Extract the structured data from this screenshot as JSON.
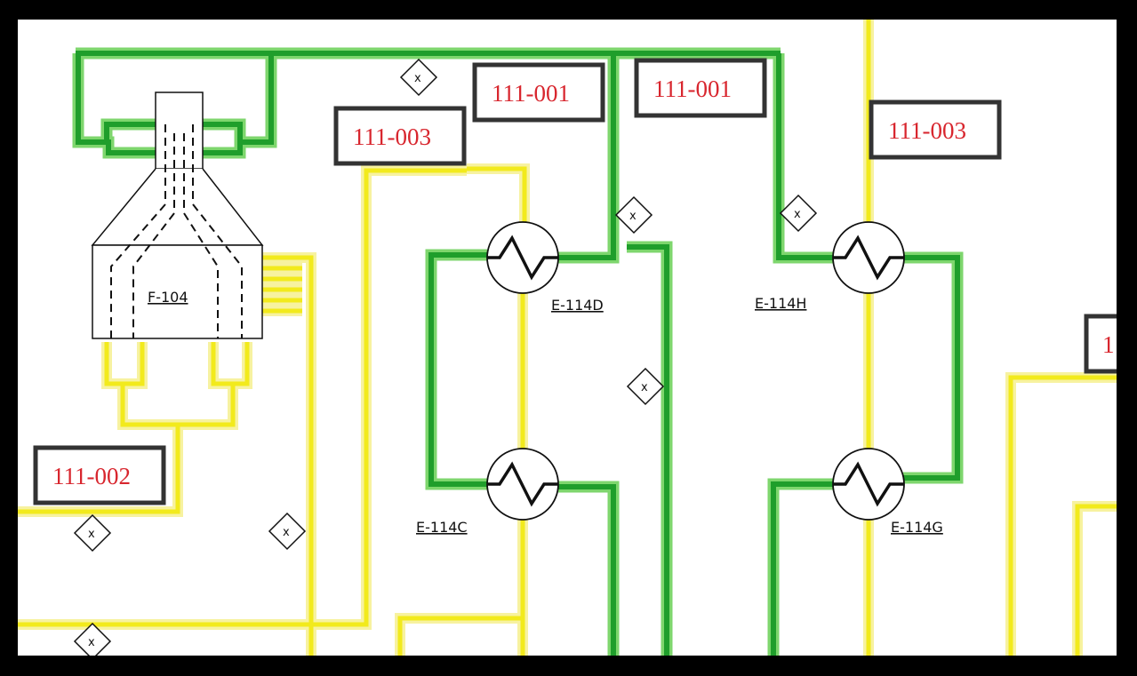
{
  "colors": {
    "background": "#ffffff",
    "frame": "#000000",
    "green_pipe": "#1f9e2b",
    "green_glow": "#7ed66d",
    "yellow_pipe": "#f2ea1c",
    "yellow_glow": "#f7f2a0",
    "tag_text": "#d8262e",
    "tag_border": "#333333",
    "line": "#111111"
  },
  "tags": {
    "tag_111_001_a": "111-001",
    "tag_111_001_b": "111-001",
    "tag_111_003_a": "111-003",
    "tag_111_003_b": "111-003",
    "tag_111_002": "111-002",
    "tag_partial": "1"
  },
  "equipment": {
    "furnace": "F-104",
    "exchanger_d": "E-114D",
    "exchanger_c": "E-114C",
    "exchanger_h": "E-114H",
    "exchanger_g": "E-114G"
  },
  "valve_symbol": "x"
}
